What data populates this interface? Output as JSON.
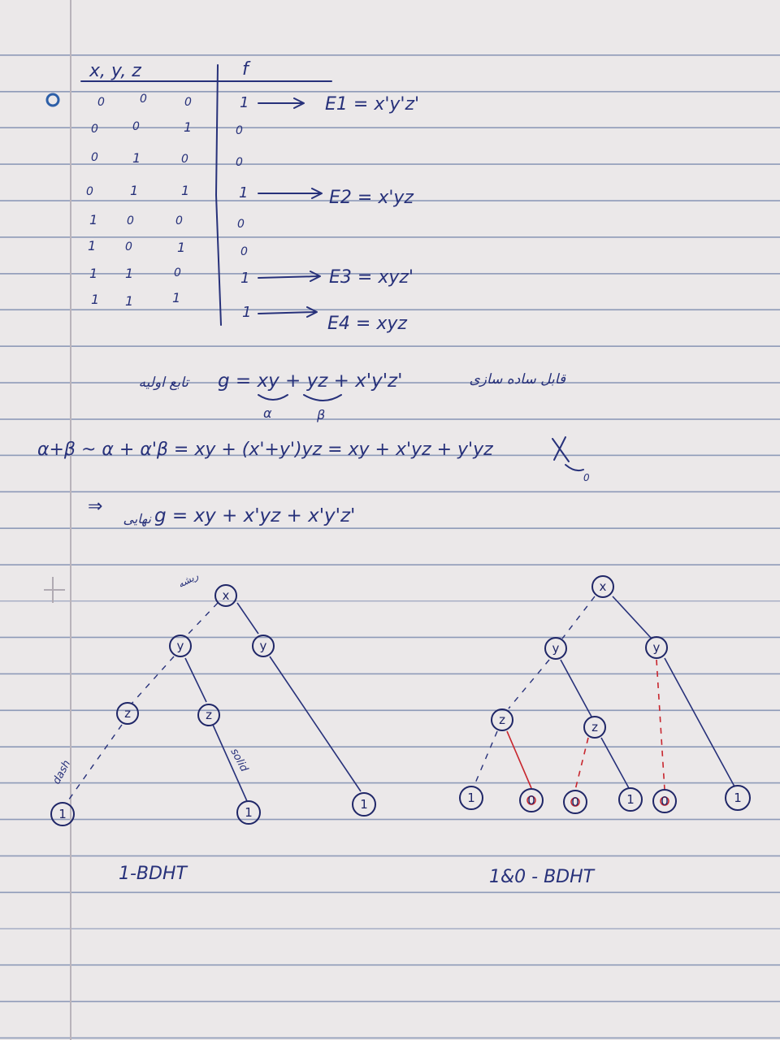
{
  "truth_table": {
    "header": {
      "inputs": "x, y, z",
      "output": "f"
    },
    "rows": [
      {
        "x": "0",
        "y": "0",
        "z": "0",
        "f": "1",
        "term": "E1 = x'y'z'"
      },
      {
        "x": "0",
        "y": "0",
        "z": "1",
        "f": "0",
        "term": ""
      },
      {
        "x": "0",
        "y": "1",
        "z": "0",
        "f": "0",
        "term": ""
      },
      {
        "x": "0",
        "y": "1",
        "z": "1",
        "f": "1",
        "term": "E2 = x'yz"
      },
      {
        "x": "1",
        "y": "0",
        "z": "0",
        "f": "0",
        "term": ""
      },
      {
        "x": "1",
        "y": "0",
        "z": "1",
        "f": "0",
        "term": ""
      },
      {
        "x": "1",
        "y": "1",
        "z": "0",
        "f": "1",
        "term": "E3 = xyz'"
      },
      {
        "x": "1",
        "y": "1",
        "z": "1",
        "f": "1",
        "term": "E4 = xyz"
      }
    ]
  },
  "equations": {
    "g_label_right": "قابل ساده سازی",
    "g_label_left": "تابع اولیه",
    "g_expr": "g = xy + yz + x'y'z'",
    "alpha": "α",
    "beta": "β",
    "identity_line": "α+β ~ α + α'β = xy + (x'+y')yz = xy + x'yz + y'yz",
    "crossed_zero": "0",
    "arrow": "⇒",
    "final_prefix": "نهایی",
    "final_expr": "g = xy + x'yz + x'y'z'"
  },
  "trees": {
    "left": {
      "caption": "1-BDHT",
      "root_note": "ریشه",
      "dash_note": "dash",
      "solid_note": "solid",
      "nodes": [
        "x",
        "y",
        "y",
        "z",
        "z",
        "1",
        "1",
        "1"
      ]
    },
    "right": {
      "caption": "1&0 - BDHT",
      "nodes": [
        "x",
        "y",
        "y",
        "z",
        "z",
        "1",
        "0",
        "0",
        "1",
        "0",
        "1"
      ]
    }
  }
}
